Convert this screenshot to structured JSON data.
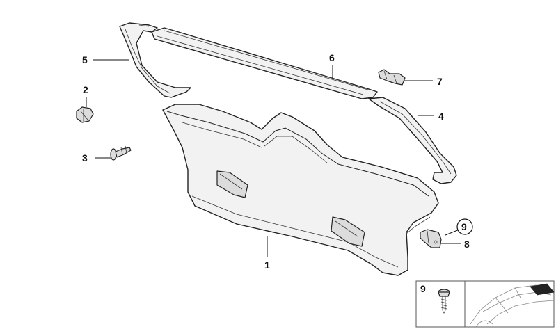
{
  "callouts": [
    {
      "id": "1",
      "label": "1"
    },
    {
      "id": "2",
      "label": "2"
    },
    {
      "id": "3",
      "label": "3"
    },
    {
      "id": "4",
      "label": "4"
    },
    {
      "id": "5",
      "label": "5"
    },
    {
      "id": "6",
      "label": "6"
    },
    {
      "id": "7",
      "label": "7"
    },
    {
      "id": "8",
      "label": "8"
    },
    {
      "id": "9",
      "label": "9"
    }
  ],
  "inset": {
    "label": "9"
  }
}
